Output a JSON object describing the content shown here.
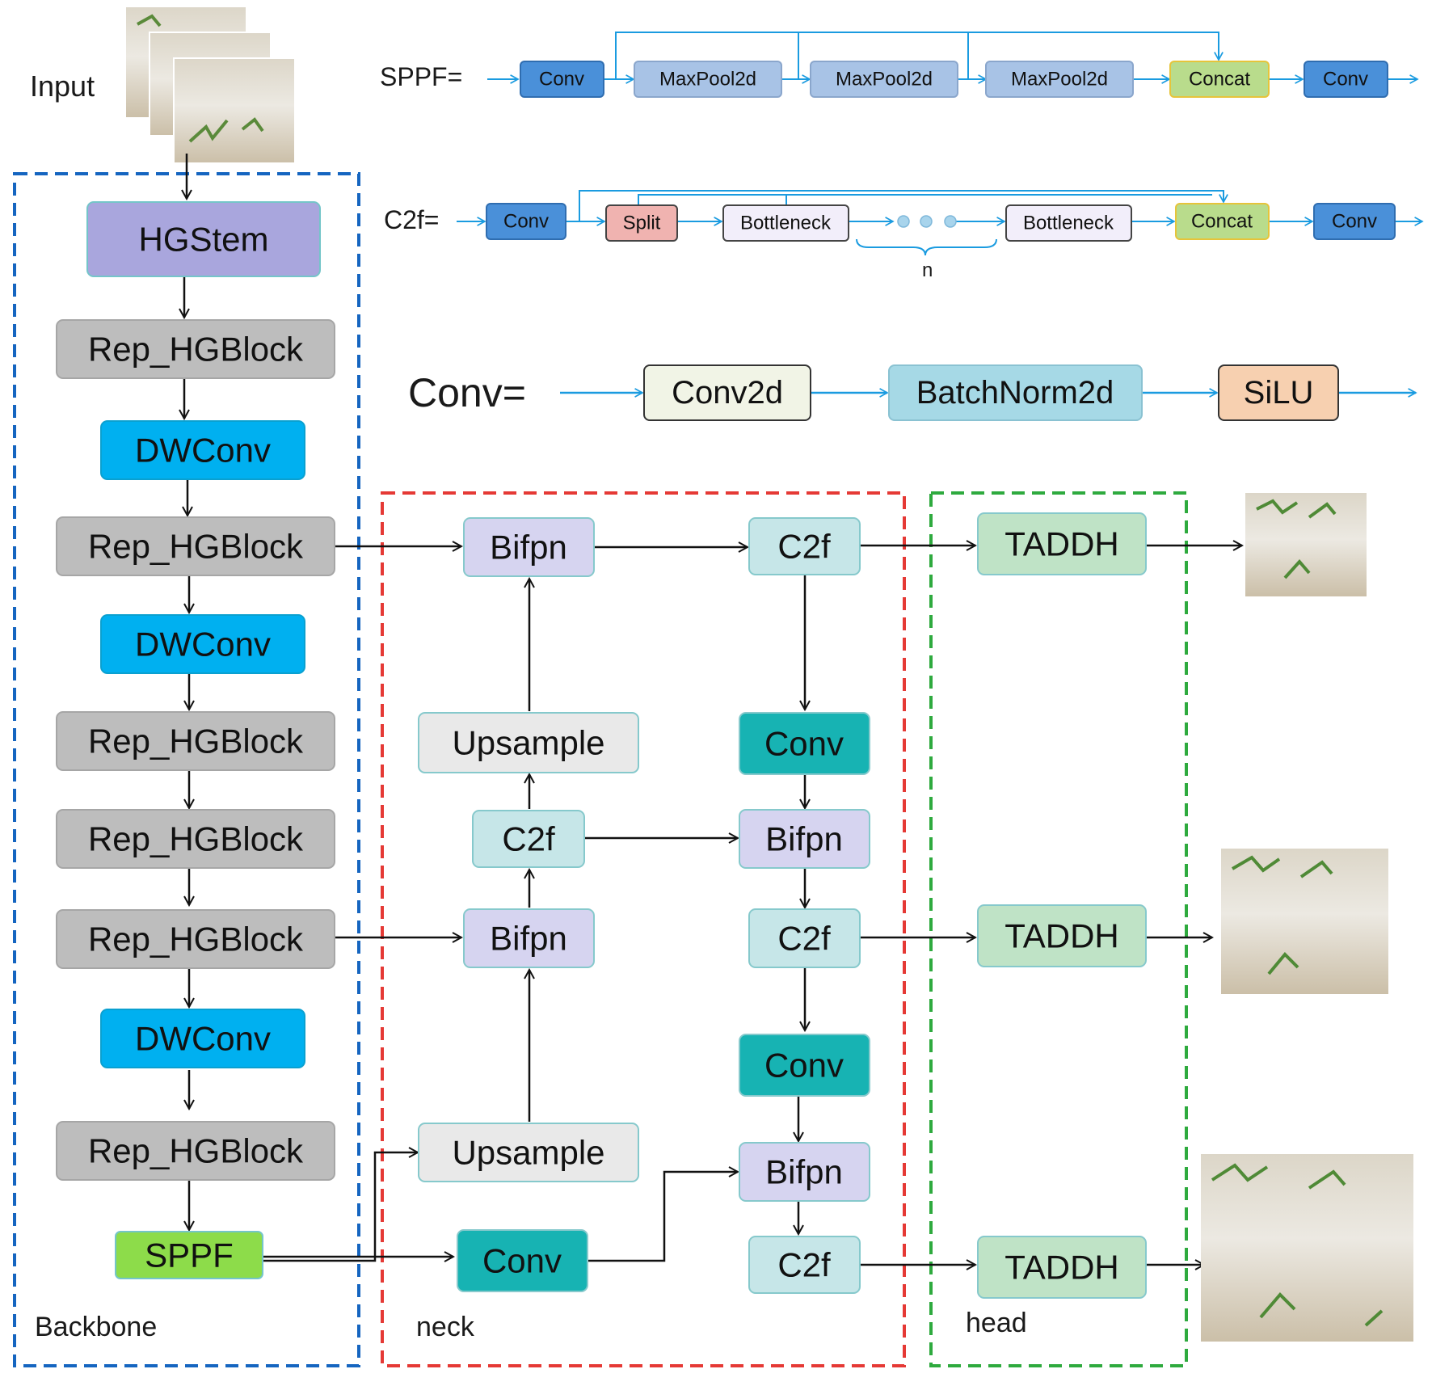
{
  "labels": {
    "input": "Input",
    "sppf_eq": "SPPF=",
    "c2f_eq": "C2f=",
    "conv_eq": "Conv=",
    "backbone": "Backbone",
    "neck": "neck",
    "head": "head",
    "n": "n"
  },
  "sppf_row": [
    "Conv",
    "MaxPool2d",
    "MaxPool2d",
    "MaxPool2d",
    "Concat",
    "Conv"
  ],
  "c2f_row": [
    "Conv",
    "Split",
    "Bottleneck",
    "Bottleneck",
    "Concat",
    "Conv"
  ],
  "conv_row": [
    "Conv2d",
    "BatchNorm2d",
    "SiLU"
  ],
  "backbone": [
    "HGStem",
    "Rep_HGBlock",
    "DWConv",
    "Rep_HGBlock",
    "DWConv",
    "Rep_HGBlock",
    "Rep_HGBlock",
    "Rep_HGBlock",
    "DWConv",
    "Rep_HGBlock",
    "SPPF"
  ],
  "neck": {
    "bifpn_top": "Bifpn",
    "upsample_top": "Upsample",
    "c2f_mid": "C2f",
    "bifpn_mid": "Bifpn",
    "upsample_bottom": "Upsample",
    "conv_bottom": "Conv",
    "c2f_p3": "C2f",
    "conv_1": "Conv",
    "bifpn_p4": "Bifpn",
    "c2f_p4": "C2f",
    "conv_2": "Conv",
    "bifpn_p5": "Bifpn",
    "c2f_p5": "C2f"
  },
  "head": [
    "TADDH",
    "TADDH",
    "TADDH"
  ],
  "colors": {
    "backbone_border": "#1565c0",
    "neck_border": "#e53935",
    "head_border": "#2eaa3e",
    "hgstem": "#a9a6dd",
    "rep_hgblock": "#bdbdbd",
    "dwconv": "#00b0f0",
    "sppf": "#8ddc4a",
    "bifpn": "#d6d4f0",
    "c2f": "#c6e6e8",
    "upsample": "#e9e9e9",
    "conv_teal": "#17b3b3",
    "taddh": "#bfe3c6",
    "small_conv": "#4a90d9",
    "maxpool": "#a8c3e6",
    "concat": "#b9dc8c",
    "split": "#f0b3b0",
    "bottleneck": "#f2eefa",
    "conv2d": "#f1f4e6",
    "batchnorm2d": "#a6d9e6",
    "silu": "#f7d0b0",
    "line_blue": "#1a9be0"
  },
  "icons": [
    "input-image-stack-icon",
    "output-detection-image-icon"
  ]
}
